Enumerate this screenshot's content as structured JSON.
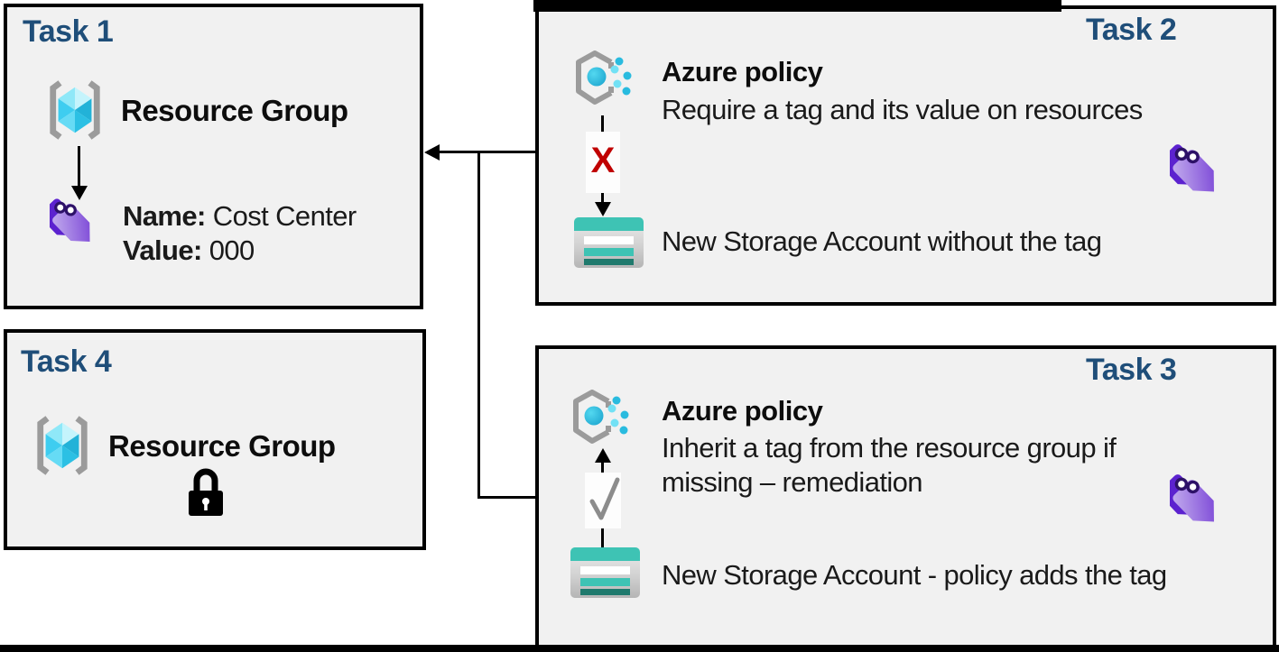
{
  "colors": {
    "box_fill": "#f1f1f1",
    "box_border": "#000000",
    "title_blue": "#1f4e79",
    "deny_red": "#c00000",
    "storage_teal": "#3ec3b4",
    "storage_teal_dark": "#1f7a6d",
    "tag_purple_dark": "#5c22cf",
    "tag_purple_light": "#bfa8ec",
    "policy_cyan": "#2cb9dd",
    "bracket_gray": "#9b9b9b"
  },
  "task1": {
    "title": "Task 1",
    "resource_group_label": "Resource Group",
    "tag_name_label": "Name:",
    "tag_name_value": "Cost Center",
    "tag_value_label": "Value:",
    "tag_value_value": "000"
  },
  "task2": {
    "title": "Task 2",
    "policy_heading": "Azure policy",
    "policy_description": "Require a tag and its value on resources",
    "deny_mark": "X",
    "storage_label": "New Storage Account  without the tag"
  },
  "task3": {
    "title": "Task 3",
    "policy_heading": "Azure policy",
    "policy_description_line1": "Inherit a tag from the resource group if",
    "policy_description_line2": "missing – remediation",
    "storage_label": "New Storage Account   - policy adds the tag"
  },
  "task4": {
    "title": "Task 4",
    "resource_group_label": "Resource Group"
  }
}
